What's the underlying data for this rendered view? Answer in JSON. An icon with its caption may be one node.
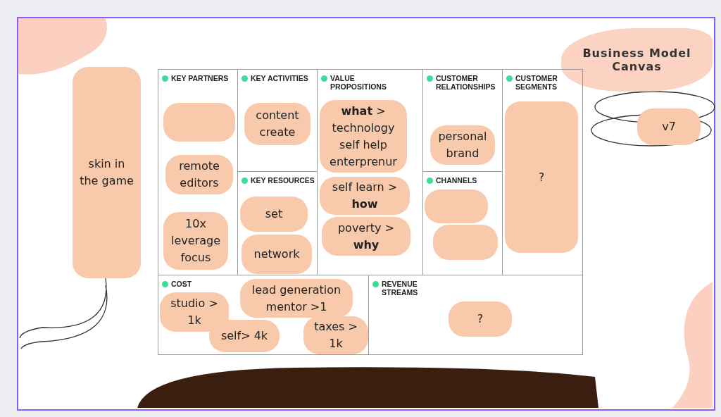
{
  "diagram": {
    "title": "Business Model Canvas",
    "nodes": [
      {
        "text": [
          "skin in the game"
        ]
      },
      {
        "text": [
          "KEY PARTNERS"
        ]
      },
      {
        "text": [],
        "shape": "box",
        "in": 1
      },
      {
        "text": [
          "remote editors"
        ],
        "in": 1
      },
      {
        "text": [
          "10x leverage focus"
        ],
        "in": 1
      },
      {
        "text": [
          "KEY ACTIVITIES"
        ]
      },
      {
        "text": [
          "content create"
        ],
        "in": 5
      },
      {
        "text": [
          "KEY RESOURCES"
        ]
      },
      {
        "text": [
          "set"
        ],
        "in": 7
      },
      {
        "text": [
          "network"
        ],
        "in": 7
      },
      {
        "text": [
          "VALUE PROPOSITIONS"
        ]
      },
      {
        "text": [
          "**what** > technology self help enterprenur"
        ],
        "in": 10
      },
      {
        "text": [
          "self learn > **how**"
        ],
        "in": 10
      },
      {
        "text": [
          "poverty > **why**"
        ],
        "in": 10
      },
      {
        "text": [
          "CUSTOMER RELATIONSHIPS"
        ]
      },
      {
        "text": [
          "personal brand"
        ],
        "in": 14
      },
      {
        "text": [
          "CHANNELS"
        ]
      },
      {
        "text": [],
        "shape": "box",
        "in": 16
      },
      {
        "text": [],
        "shape": "box",
        "in": 16
      },
      {
        "text": [
          "CUSTOMER SEGMENTS"
        ]
      },
      {
        "text": [
          "?"
        ],
        "in": 19
      },
      {
        "text": [
          "COST"
        ]
      },
      {
        "text": [
          "studio > 1k"
        ],
        "in": 21
      },
      {
        "text": [
          "lead generation mentor >1"
        ],
        "in": 21
      },
      {
        "text": [
          "self> 4k"
        ],
        "in": 21
      },
      {
        "text": [
          "taxes > 1k"
        ],
        "in": 21
      },
      {
        "text": [
          "REVENUE STREAMS"
        ]
      },
      {
        "text": [
          "?"
        ],
        "in": 26
      },
      {
        "text": [
          "v7"
        ]
      }
    ],
    "edges": []
  }
}
